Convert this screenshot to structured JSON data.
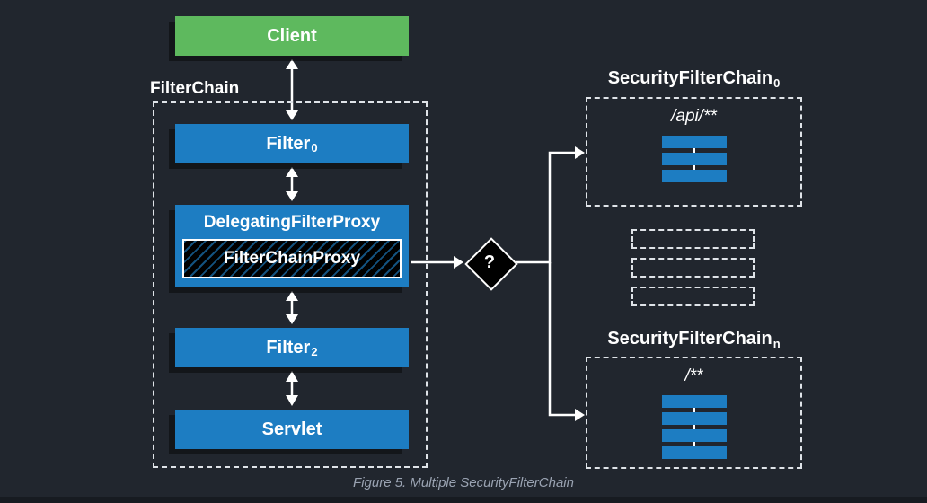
{
  "caption": "Figure 5. Multiple SecurityFilterChain",
  "colors": {
    "background": "#21262e",
    "box_blue": "#1d7dc2",
    "client_green": "#5eb95e",
    "arrow_white": "#ffffff",
    "caption_gray": "#9aa3b2"
  },
  "client": {
    "label": "Client"
  },
  "filter_chain": {
    "label": "FilterChain",
    "filter0": {
      "label": "Filter",
      "subscript": "0"
    },
    "delegating_proxy": {
      "label": "DelegatingFilterProxy",
      "inner_label": "FilterChainProxy"
    },
    "filter2": {
      "label": "Filter",
      "subscript": "2"
    },
    "servlet": {
      "label": "Servlet"
    }
  },
  "decision": {
    "label": "?"
  },
  "security_chains": {
    "top": {
      "title": "SecurityFilterChain",
      "subscript": "0",
      "pattern": "/api/**",
      "bar_count": 3
    },
    "middle_placeholder_count": 3,
    "bottom": {
      "title": "SecurityFilterChain",
      "subscript": "n",
      "pattern": "/**",
      "bar_count": 4
    }
  }
}
